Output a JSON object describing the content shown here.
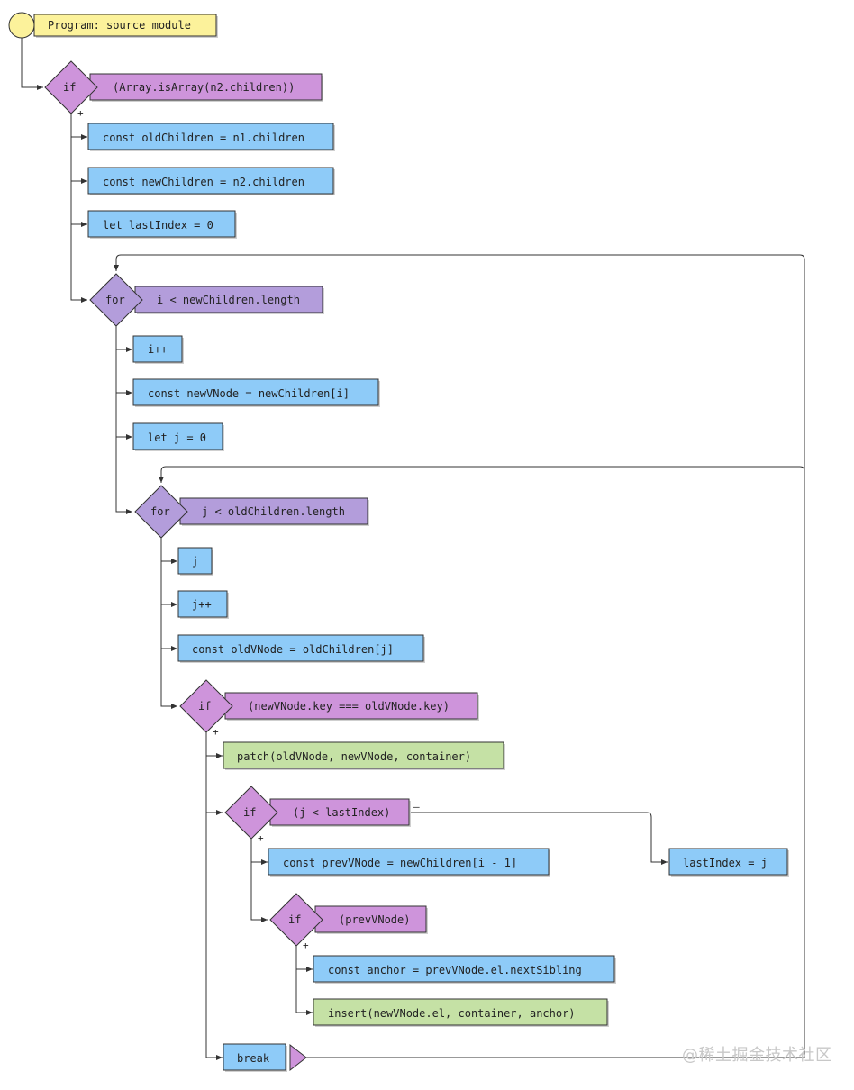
{
  "colors": {
    "start_fill": "#fcf29b",
    "statement_fill": "#8ecbf8",
    "call_fill": "#c5e1a5",
    "if_fill": "#ce94db",
    "for_fill": "#b39ddb",
    "stroke": "#333333"
  },
  "diagram": {
    "start": {
      "label": "Program: source module"
    },
    "if_children_check": {
      "keyword": "if",
      "condition": "(Array.isArray(n2.children))",
      "yes_mark": "+"
    },
    "stmt_old_children": {
      "label": "const oldChildren = n1.children"
    },
    "stmt_new_children": {
      "label": "const newChildren = n2.children"
    },
    "stmt_last_index": {
      "label": "let lastIndex = 0"
    },
    "for_outer": {
      "keyword": "for",
      "condition": "i < newChildren.length"
    },
    "stmt_i_inc": {
      "label": "i++"
    },
    "stmt_new_vnode": {
      "label": "const newVNode = newChildren[i]"
    },
    "stmt_let_j": {
      "label": "let j = 0"
    },
    "for_inner": {
      "keyword": "for",
      "condition": "j < oldChildren.length"
    },
    "stmt_j": {
      "label": "j"
    },
    "stmt_j_inc": {
      "label": "j++"
    },
    "stmt_old_vnode": {
      "label": "const oldVNode = oldChildren[j]"
    },
    "if_key_match": {
      "keyword": "if",
      "condition": "(newVNode.key === oldVNode.key)",
      "yes_mark": "+"
    },
    "call_patch": {
      "label": "patch(oldVNode, newVNode, container)"
    },
    "if_j_less": {
      "keyword": "if",
      "condition": "(j < lastIndex)",
      "yes_mark": "+",
      "no_mark": "–"
    },
    "stmt_set_last_index": {
      "label": "lastIndex = j"
    },
    "stmt_prev_vnode": {
      "label": "const prevVNode = newChildren[i - 1]"
    },
    "if_prev_vnode": {
      "keyword": "if",
      "condition": "(prevVNode)",
      "yes_mark": "+"
    },
    "stmt_anchor": {
      "label": "const anchor = prevVNode.el.nextSibling"
    },
    "call_insert": {
      "label": "insert(newVNode.el, container, anchor)"
    },
    "stmt_break": {
      "label": "break"
    }
  },
  "watermark": "@稀土掘金技术社区"
}
